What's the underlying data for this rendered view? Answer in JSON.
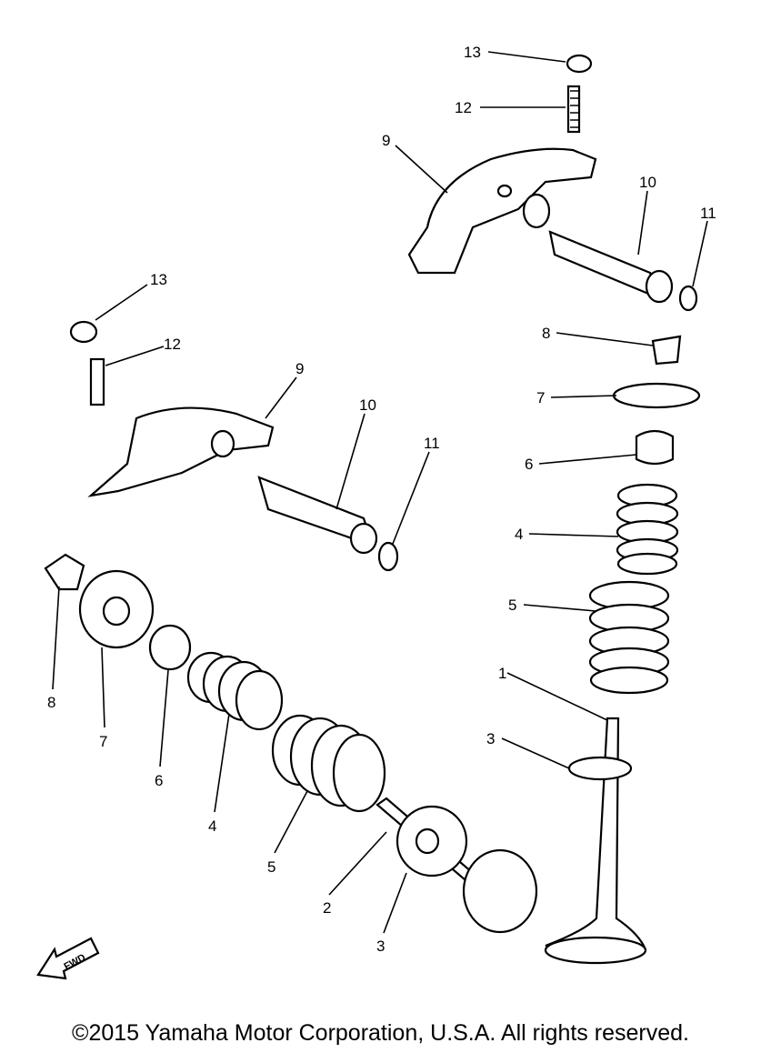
{
  "diagram": {
    "callouts": {
      "upper_right": {
        "nut": "13",
        "stud": "12",
        "rocker_arm": "9",
        "shaft": "10",
        "o_ring": "11"
      },
      "upper_left": {
        "nut": "13",
        "stud": "12",
        "rocker_arm": "9",
        "shaft": "10",
        "o_ring": "11"
      },
      "right_valve": {
        "cotter": "8",
        "retainer": "7",
        "seat": "6",
        "inner_spring": "4",
        "outer_spring": "5",
        "valve": "1",
        "seal": "3"
      },
      "left_valve": {
        "cotter": "8",
        "retainer": "7",
        "seat": "6",
        "inner_spring": "4",
        "outer_spring": "5",
        "valve": "2",
        "seal": "3"
      }
    },
    "fwd_label": "FWD"
  },
  "footer": {
    "copyright": "©2015 Yamaha Motor Corporation, U.S.A. All rights reserved."
  }
}
